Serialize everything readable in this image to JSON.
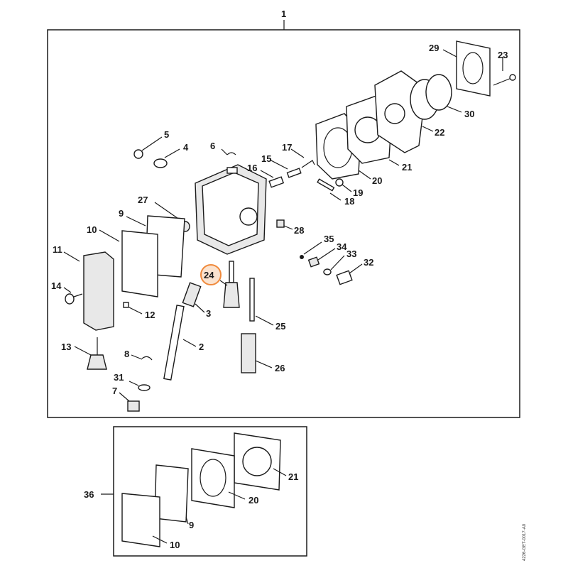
{
  "title_callout": "1",
  "highlight_color": "#f08a3c",
  "highlighted_part": "24",
  "doc_id": "4226-GET-0017-A0",
  "callouts_main": [
    {
      "id": "c5",
      "label": "5"
    },
    {
      "id": "c4",
      "label": "4"
    },
    {
      "id": "c6",
      "label": "6"
    },
    {
      "id": "c15",
      "label": "15"
    },
    {
      "id": "c16",
      "label": "16"
    },
    {
      "id": "c17",
      "label": "17"
    },
    {
      "id": "c19",
      "label": "19"
    },
    {
      "id": "c18",
      "label": "18"
    },
    {
      "id": "c20",
      "label": "20"
    },
    {
      "id": "c21",
      "label": "21"
    },
    {
      "id": "c22",
      "label": "22"
    },
    {
      "id": "c29",
      "label": "29"
    },
    {
      "id": "c23",
      "label": "23"
    },
    {
      "id": "c30",
      "label": "30"
    },
    {
      "id": "c27",
      "label": "27"
    },
    {
      "id": "c9",
      "label": "9"
    },
    {
      "id": "c10",
      "label": "10"
    },
    {
      "id": "c11",
      "label": "11"
    },
    {
      "id": "c14",
      "label": "14"
    },
    {
      "id": "c12",
      "label": "12"
    },
    {
      "id": "c13",
      "label": "13"
    },
    {
      "id": "c3",
      "label": "3"
    },
    {
      "id": "c2",
      "label": "2"
    },
    {
      "id": "c8",
      "label": "8"
    },
    {
      "id": "c31",
      "label": "31"
    },
    {
      "id": "c7",
      "label": "7"
    },
    {
      "id": "c28",
      "label": "28"
    },
    {
      "id": "c35",
      "label": "35"
    },
    {
      "id": "c34",
      "label": "34"
    },
    {
      "id": "c33",
      "label": "33"
    },
    {
      "id": "c32",
      "label": "32"
    },
    {
      "id": "c25",
      "label": "25"
    },
    {
      "id": "c26",
      "label": "26"
    },
    {
      "id": "c24",
      "label": "24"
    }
  ],
  "callouts_kit": [
    {
      "id": "k36",
      "label": "36"
    },
    {
      "id": "k21",
      "label": "21"
    },
    {
      "id": "k20",
      "label": "20"
    },
    {
      "id": "k9",
      "label": "9"
    },
    {
      "id": "k10",
      "label": "10"
    }
  ]
}
